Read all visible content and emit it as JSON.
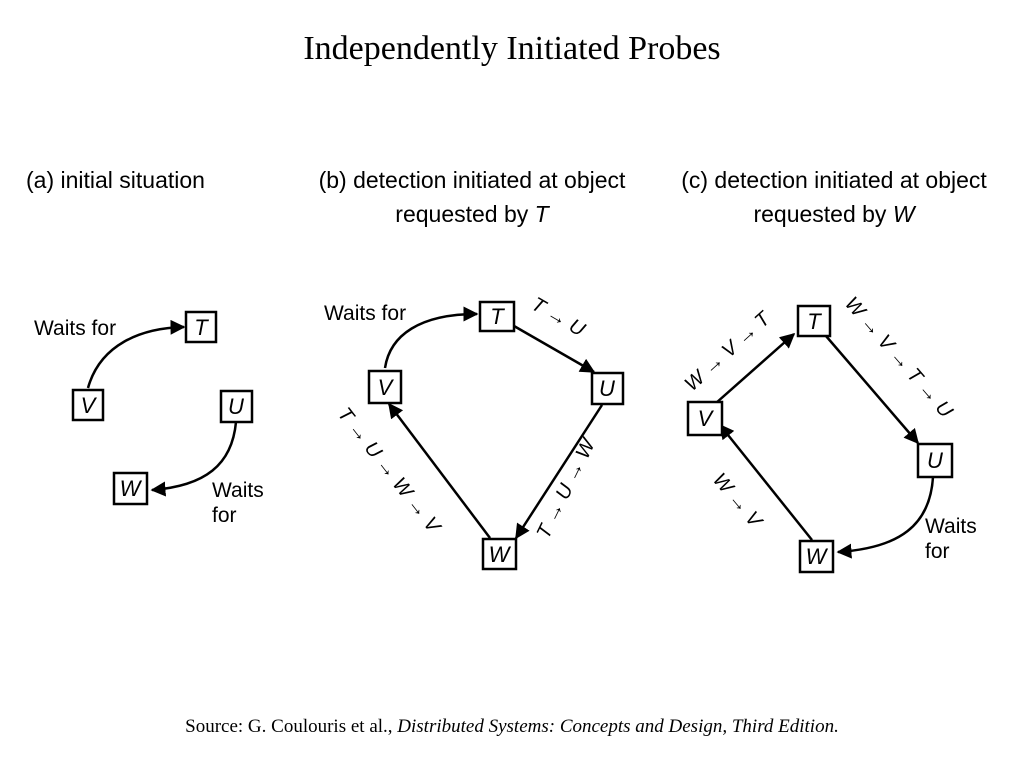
{
  "title": "Independently Initiated Probes",
  "panels": {
    "a": {
      "caption_line1": "(a) initial situation"
    },
    "b": {
      "caption_line1": "(b) detection initiated at object",
      "caption_line2_prefix": "requested by ",
      "caption_line2_var": "T"
    },
    "c": {
      "caption_line1": "(c) detection initiated at object",
      "caption_line2_prefix": "requested by ",
      "caption_line2_var": "W"
    }
  },
  "nodes": {
    "T": "T",
    "U": "U",
    "V": "V",
    "W": "W"
  },
  "labels": {
    "waits_for": "Waits for",
    "waits": "Waits",
    "for": "for",
    "b_tu": "T → U",
    "b_tuw": "T → U → W",
    "b_tuwv": "T → U → W → V",
    "c_wvt": "W → V → T",
    "c_wvtu": "W → V → T → U",
    "c_wv": "W → V"
  },
  "source": {
    "prefix": "Source: G. Coulouris et al., ",
    "book": "Distributed Systems: Concepts and Design, Third Edition."
  }
}
